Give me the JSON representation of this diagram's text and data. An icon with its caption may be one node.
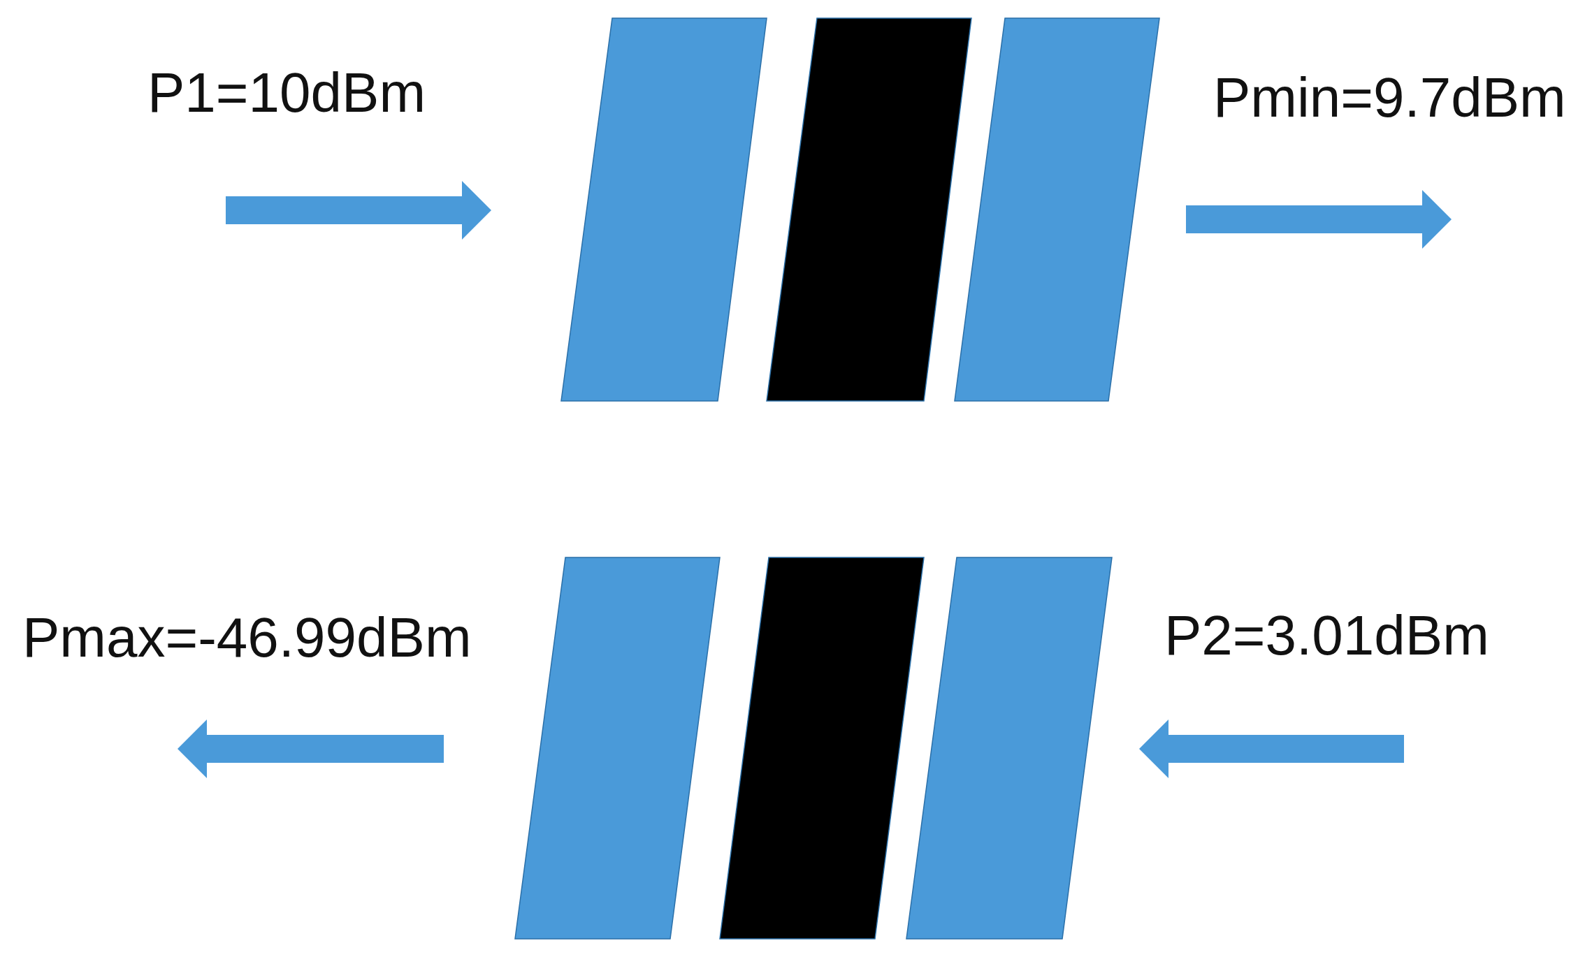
{
  "diagram": {
    "nodes": [
      {
        "text": [],
        "shape": "parallelogram"
      },
      {
        "text": [],
        "shape": "parallelogram"
      },
      {
        "text": [],
        "shape": "parallelogram"
      },
      {
        "text": [],
        "shape": "parallelogram"
      },
      {
        "text": [],
        "shape": "parallelogram"
      },
      {
        "text": [],
        "shape": "parallelogram"
      }
    ],
    "labels": [
      "P1=10dBm",
      "Pmin=9.7dBm",
      "Pmax=-46.99dBm",
      "P2=3.01dBm"
    ]
  }
}
